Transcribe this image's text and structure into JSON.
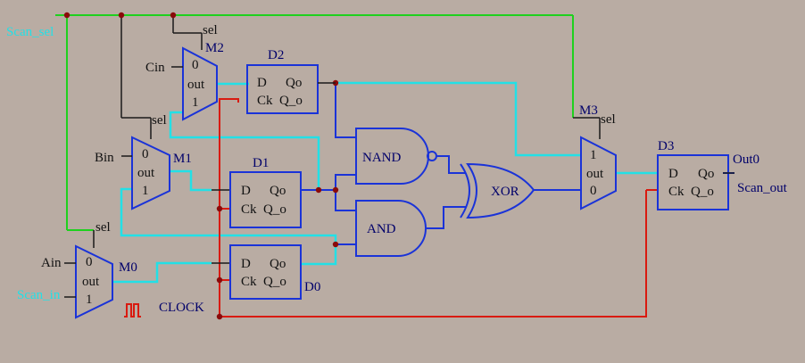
{
  "diagram": {
    "signals": {
      "scan_sel": "Scan_sel",
      "scan_in": "Scan_in",
      "ain": "Ain",
      "bin": "Bin",
      "cin": "Cin",
      "clock": "CLOCK",
      "out0": "Out0",
      "scan_out": "Scan_out"
    },
    "muxes": [
      {
        "name": "M0",
        "in0": "0",
        "out": "out",
        "in1": "1",
        "sel": "sel"
      },
      {
        "name": "M1",
        "in0": "0",
        "out": "out",
        "in1": "1",
        "sel": "sel"
      },
      {
        "name": "M2",
        "in0": "0",
        "out": "out",
        "in1": "1",
        "sel": "sel"
      },
      {
        "name": "M3",
        "in0": "1",
        "out": "out",
        "in1": "0",
        "sel": "sel"
      }
    ],
    "flipflops": [
      {
        "name": "D0",
        "d": "D",
        "qo": "Qo",
        "ck": "Ck",
        "q_o": "Q_o"
      },
      {
        "name": "D1",
        "d": "D",
        "qo": "Qo",
        "ck": "Ck",
        "q_o": "Q_o"
      },
      {
        "name": "D2",
        "d": "D",
        "qo": "Qo",
        "ck": "Ck",
        "q_o": "Q_o"
      },
      {
        "name": "D3",
        "d": "D",
        "qo": "Qo",
        "ck": "Ck",
        "q_o": "Q_o"
      }
    ],
    "gates": {
      "nand": "NAND",
      "and": "AND",
      "xor": "XOR"
    },
    "colors": {
      "background": "#b9aca3",
      "component": "#1a33d8",
      "scan_wire": "#1ed11e",
      "data_wire": "#22e0e6",
      "clock_wire": "#d91a10",
      "junction": "#8a0a0a",
      "label": "#00006a"
    }
  }
}
